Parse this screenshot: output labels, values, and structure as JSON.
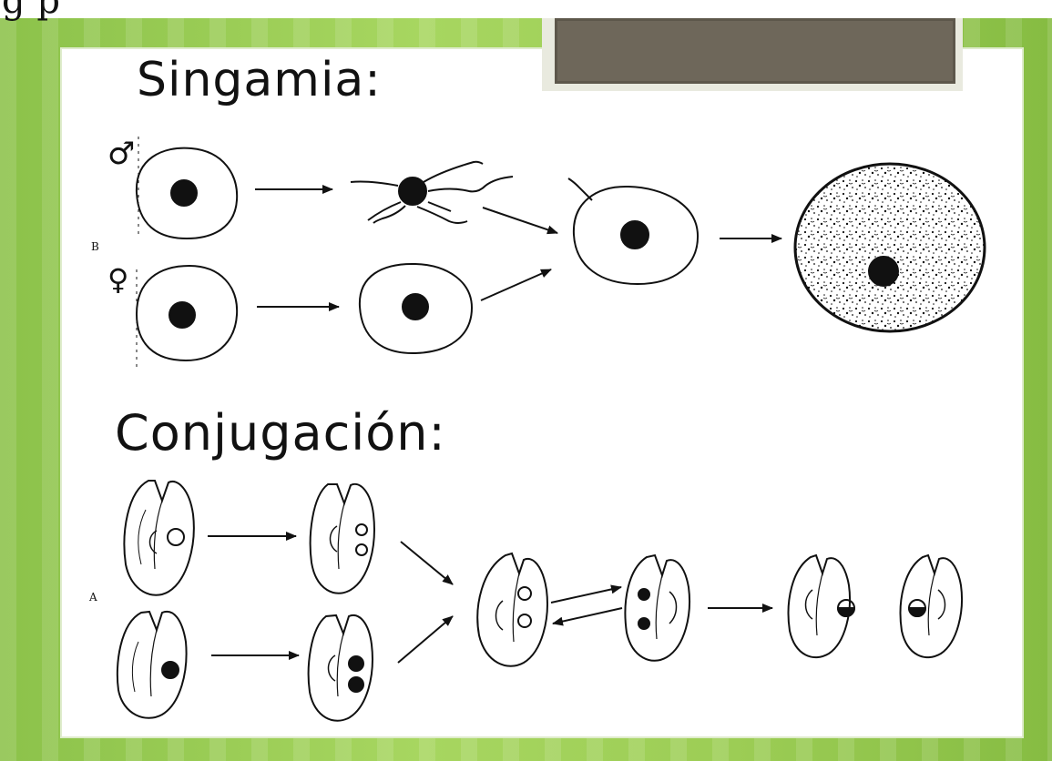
{
  "slide": {
    "top_fragment": "g   p",
    "headings": {
      "singamia": "Singamia:",
      "conjugacion": "Conjugación:"
    }
  },
  "singamia_diagram": {
    "panel_label": "B",
    "male_symbol": "♂",
    "female_symbol": "♀"
  },
  "conjugacion_diagram": {
    "panel_label": "A"
  },
  "colors": {
    "background_green": "#9ccd55",
    "title_box": "#6e675a",
    "ink": "#111111"
  }
}
